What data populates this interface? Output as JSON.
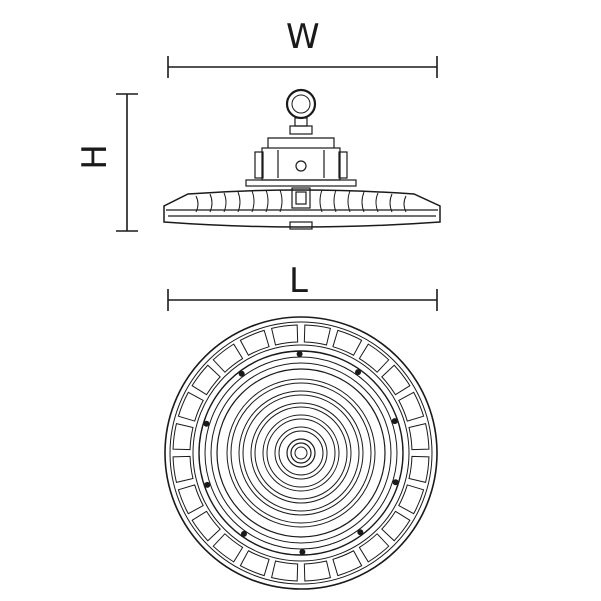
{
  "labels": {
    "width": "W",
    "height": "H",
    "length": "L"
  },
  "colors": {
    "line": "#1a1a1a",
    "background": "#ffffff"
  }
}
